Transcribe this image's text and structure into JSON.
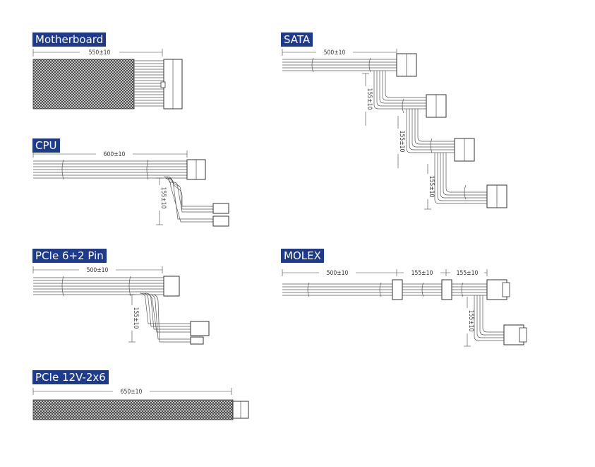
{
  "colors": {
    "title_bg": "#1e3a8a",
    "line": "#555555",
    "dim": "#333333"
  },
  "sections": {
    "motherboard": {
      "title": "Motherboard",
      "dims": {
        "main": "550±10"
      }
    },
    "cpu": {
      "title": "CPU",
      "dims": {
        "main": "600±10",
        "branch": "155±10"
      }
    },
    "pcie": {
      "title": "PCIe 6+2 Pin",
      "dims": {
        "main": "500±10",
        "branch": "155±10"
      }
    },
    "pcie12v": {
      "title": "PCIe 12V-2x6",
      "dims": {
        "main": "650±10"
      }
    },
    "sata": {
      "title": "SATA",
      "dims": {
        "main": "500±10",
        "branch1": "155±10",
        "branch2": "155±10",
        "branch3": "155±10"
      }
    },
    "molex": {
      "title": "MOLEX",
      "dims": {
        "main": "500±10",
        "seg1": "155±10",
        "seg2": "155±10",
        "branch": "155±10"
      }
    }
  }
}
